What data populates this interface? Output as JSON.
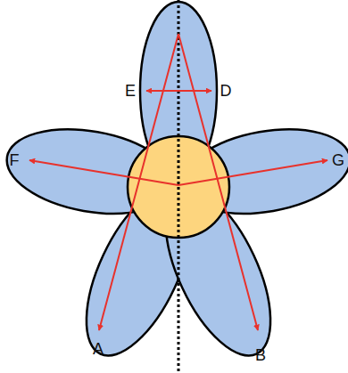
{
  "diagram": {
    "labels": [
      "E",
      "D",
      "F",
      "G",
      "A",
      "B"
    ]
  }
}
